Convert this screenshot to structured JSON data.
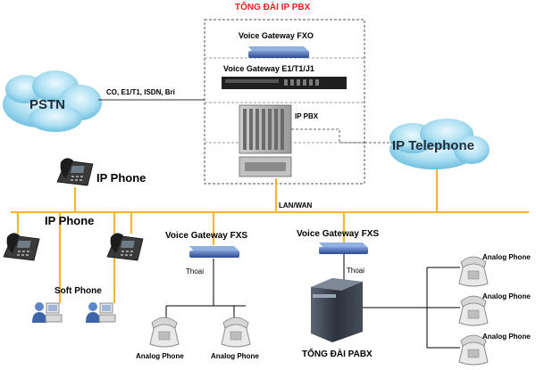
{
  "title": "TỔNG ĐÀI IP PBX",
  "pbx_rack": {
    "fxo_label": "Voice Gateway FXO",
    "e1_label": "Voice Gateway E1/T1/J1",
    "ippbx_label": "IP PBX"
  },
  "pstn": {
    "label": "PSTN",
    "link_label": "CO, E1/T1, ISDN, Bri"
  },
  "ip_telephone": {
    "label": "IP Telephone"
  },
  "network": {
    "lan_label": "LAN/WAN"
  },
  "ip_phone_top": {
    "label": "IP Phone"
  },
  "left_group": {
    "ip_phone_label": "IP Phone",
    "soft_phone_label": "Soft Phone"
  },
  "fxs_gateway_1": {
    "label": "Voice Gateway FXS",
    "line_label": "Thoại",
    "phones": [
      "Analog Phone",
      "Analog Phone"
    ]
  },
  "fxs_gateway_2": {
    "label": "Voice Gateway FXS",
    "line_label": "Thoại"
  },
  "pabx": {
    "label": "TỔNG ĐÀI PABX",
    "phones": [
      "Analog Phone",
      "Analog Phone",
      "Analog Phone"
    ]
  },
  "colors": {
    "network_line": "#f2b632",
    "title": "#e02020",
    "cloud": "#8fcfe8",
    "device_blue": "#3d63a8"
  }
}
